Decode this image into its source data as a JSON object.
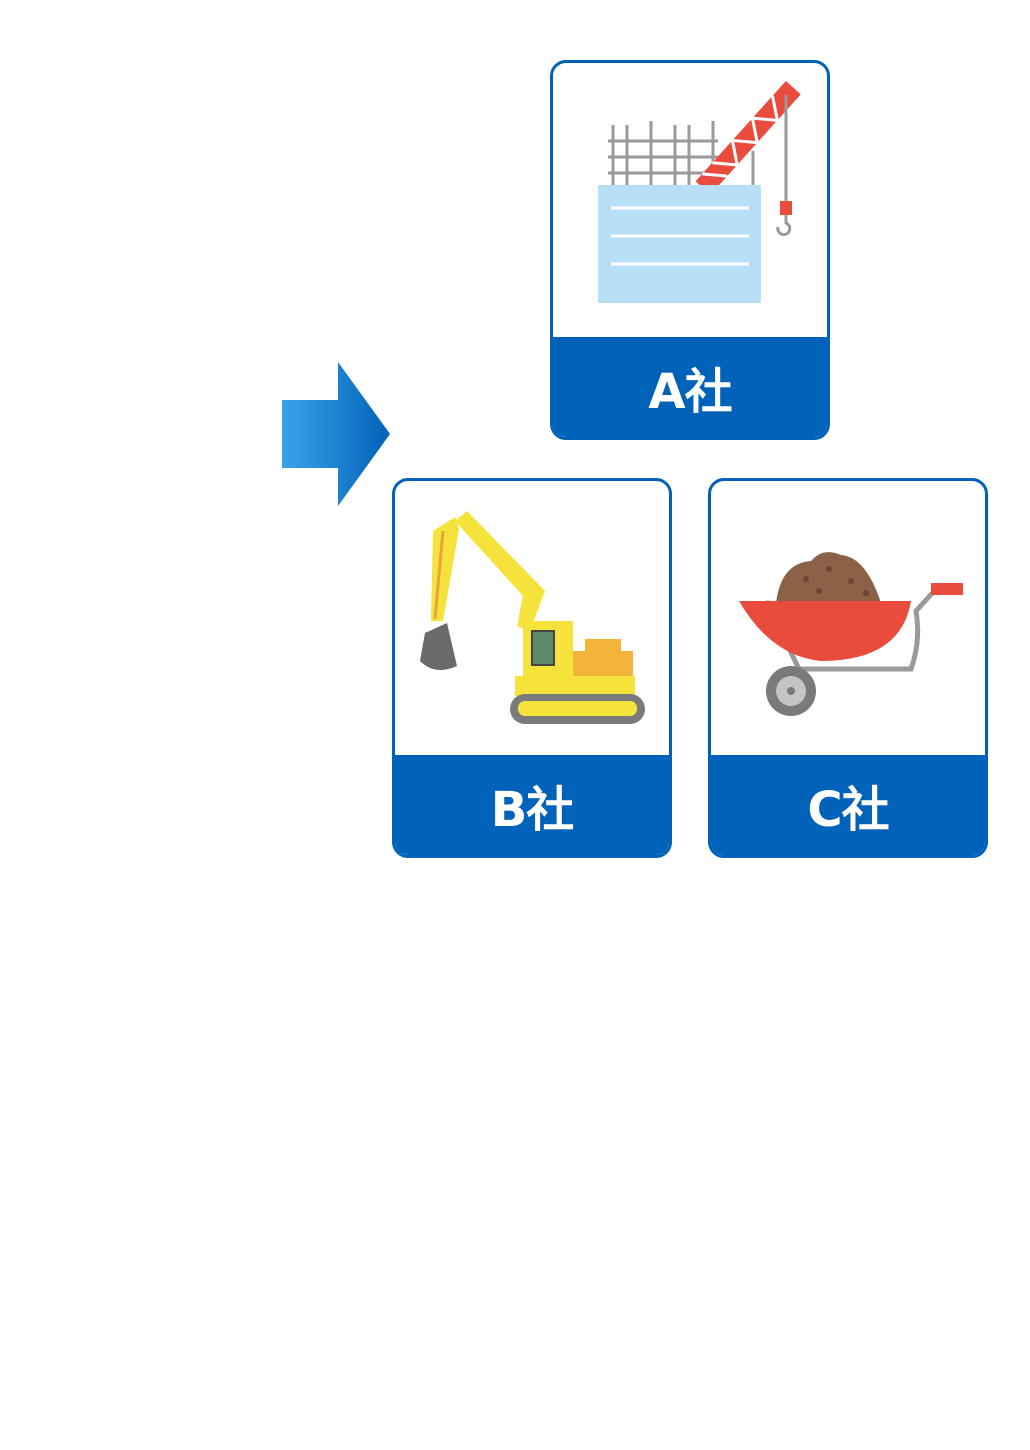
{
  "companies": [
    {
      "label": "A社",
      "icon": "construction-crane-icon"
    },
    {
      "label": "B社",
      "icon": "excavator-icon"
    },
    {
      "label": "C社",
      "icon": "wheelbarrow-icon"
    }
  ],
  "colors": {
    "card_border": "#0062b8",
    "label_bg": "#0062b8",
    "arrow_start": "#3ba3ea",
    "arrow_end": "#0062b8"
  }
}
